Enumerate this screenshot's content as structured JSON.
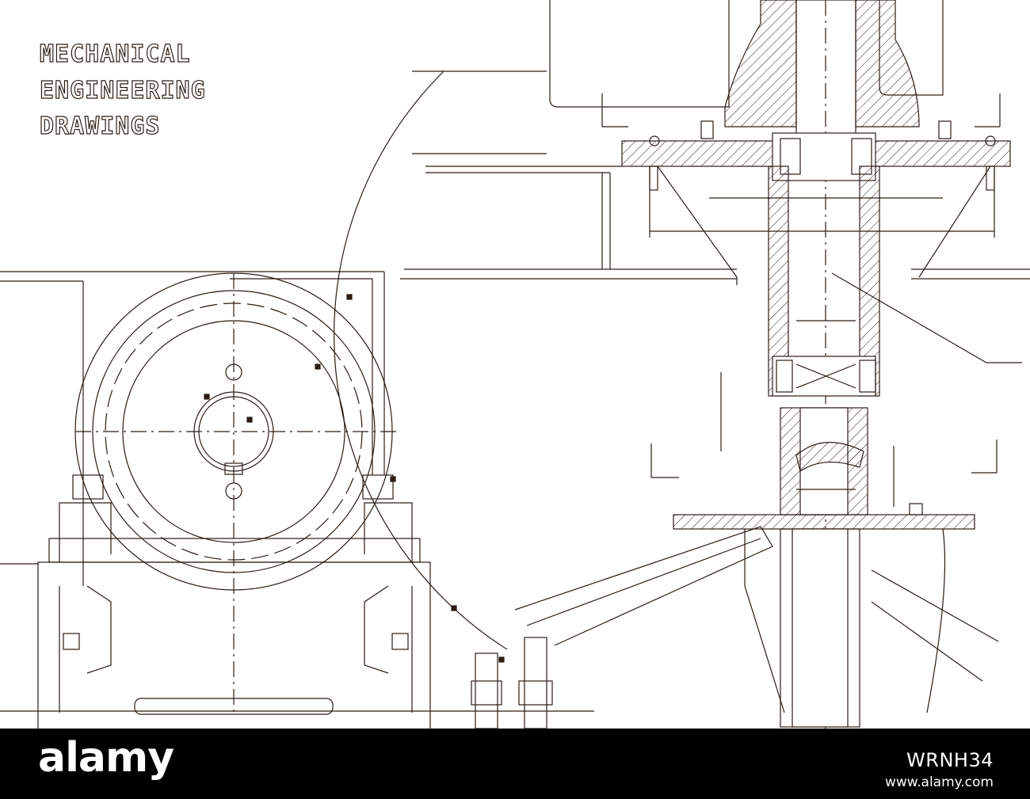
{
  "headline": {
    "line1": "MECHANICAL",
    "line2": "ENGINEERING",
    "line3": "DRAWINGS"
  },
  "footer": {
    "brand": "alamy",
    "image_id": "WRNH34",
    "url": "www.alamy.com"
  },
  "colors": {
    "ink": "#2b1d14",
    "background": "#ffffff",
    "footer_bg": "#000000",
    "footer_text": "#ffffff"
  },
  "icons": [
    "gear-icon",
    "bolt-icon",
    "shaft-icon",
    "bearing-icon"
  ]
}
